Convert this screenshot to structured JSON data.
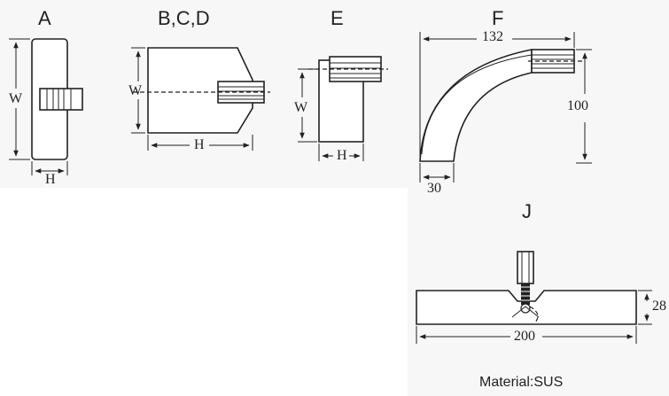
{
  "views": {
    "a": {
      "label": "A",
      "w": "W",
      "h": "H"
    },
    "bcd": {
      "label": "B,C,D",
      "w": "W",
      "h": "H"
    },
    "e": {
      "label": "E",
      "w": "W",
      "h": "H"
    },
    "f": {
      "label": "F",
      "width": "132",
      "height": "100",
      "base": "30"
    },
    "j": {
      "label": "J",
      "thickness": "28",
      "length": "200"
    }
  },
  "material": "Material:SUS"
}
